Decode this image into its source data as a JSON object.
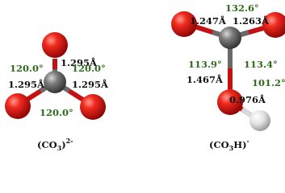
{
  "colors": {
    "angle_text": "#2e6b1a",
    "bond_text": "#111111",
    "oxygen": "#e8110f",
    "carbon": "#6f6f6f",
    "hydrogen": "#dcdcdc",
    "bond_red": "#cc1010",
    "bond_grey": "#666666"
  },
  "carbonate": {
    "caption_main": "(CO",
    "caption_sub": "3",
    "caption_close": ")",
    "caption_charge": "2-",
    "bond_top": "1.295Å",
    "bond_left": "1.295Å",
    "bond_right": "1.295Å",
    "angle_left": "120.0°",
    "angle_right": "120.0°",
    "angle_bottom": "120.0°"
  },
  "bicarbonate": {
    "caption_main": "(CO",
    "caption_sub": "3",
    "caption_close": "H)",
    "caption_charge": "-",
    "angle_top": "132.6°",
    "bond_left": "1.247Å",
    "bond_right": "1.263Å",
    "angle_left": "113.9°",
    "angle_right": "113.4°",
    "bond_lower": "1.467Å",
    "angle_oh": "101.2°",
    "bond_oh": "0.976Å"
  },
  "atoms": {
    "oxygen": "oxygen",
    "carbon": "carbon",
    "hydrogen": "hydrogen"
  }
}
